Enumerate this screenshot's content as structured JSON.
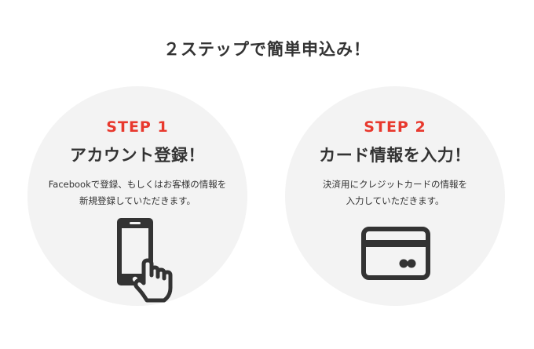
{
  "page": {
    "headline": "２ステップで簡単申込み！"
  },
  "colors": {
    "accent": "#e8382d",
    "text": "#333333",
    "circle_bg": "#f3f3f3"
  },
  "steps": [
    {
      "label": "STEP 1",
      "title": "アカウント登録！",
      "desc_lines": [
        "Facebookで登録、もしくはお客様の情報を",
        "新規登録していただきます。"
      ],
      "icon": "smartphone-touch-icon"
    },
    {
      "label": "STEP 2",
      "title": "カード情報を入力！",
      "desc_lines": [
        "決済用にクレジットカードの情報を",
        "入力していただきます。"
      ],
      "icon": "credit-card-icon"
    }
  ]
}
